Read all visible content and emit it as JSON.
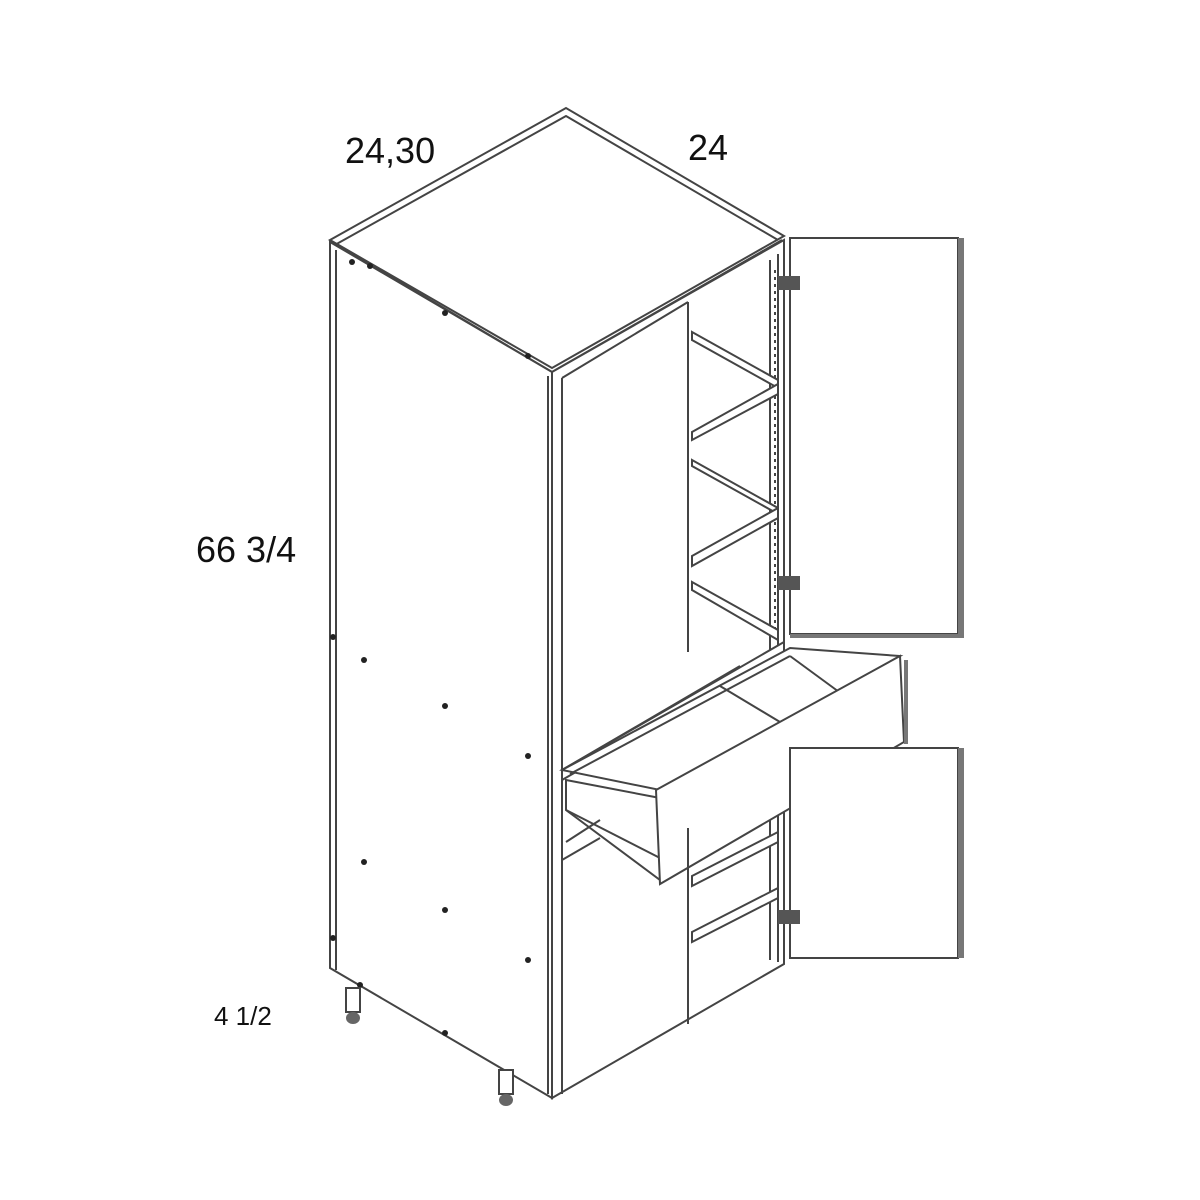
{
  "dimensions": {
    "width": "24,30",
    "depth": "24",
    "height": "66 3/4",
    "toe_kick": "4 1/2"
  },
  "colors": {
    "line": "#444444",
    "edge_shadow": "#777777",
    "text": "#111111"
  }
}
